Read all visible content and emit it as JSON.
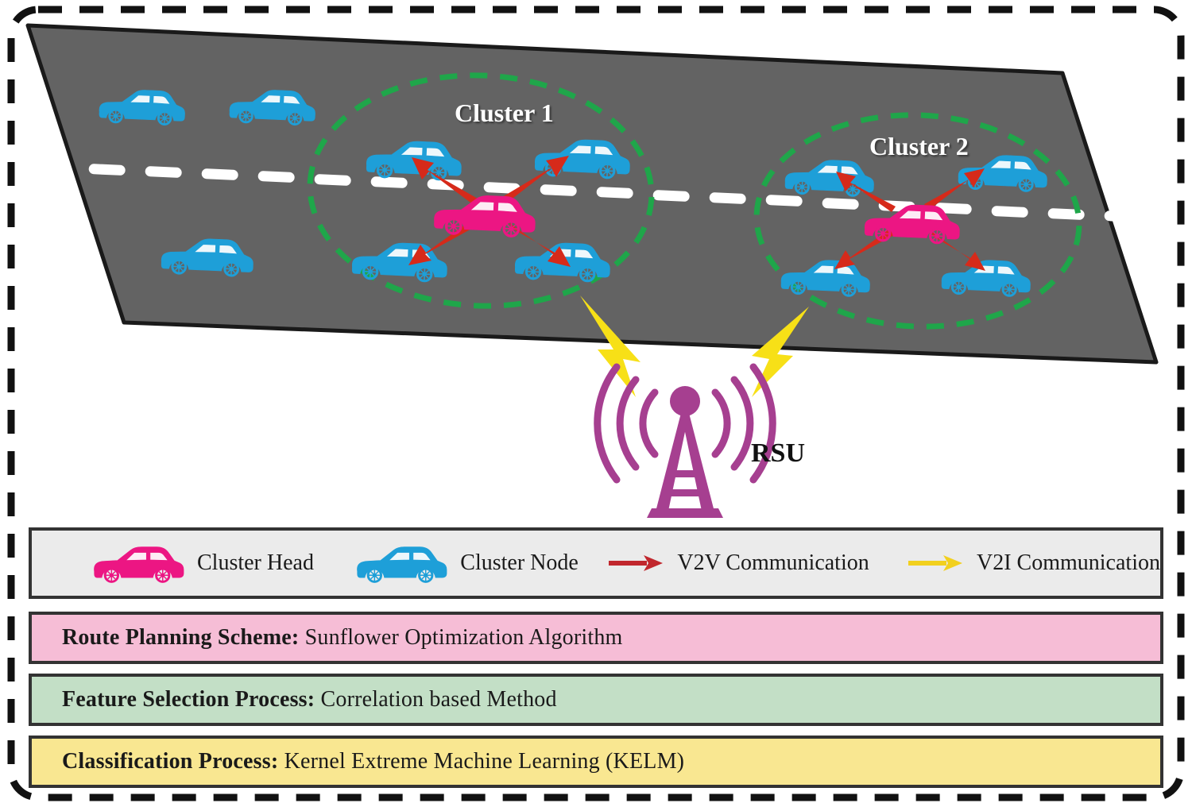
{
  "diagram": {
    "road": {
      "surface_color": "#636363",
      "outline_color": "#1a1a1a",
      "lane_marking_color": "#ffffff"
    },
    "border": {
      "style": "dashed",
      "color": "#111111"
    },
    "clusters": [
      {
        "id": "cluster-1",
        "label": "Cluster 1",
        "ellipse_color": "#1fa64a",
        "head": {
          "type": "cluster-head",
          "color": "#ec1683"
        },
        "nodes": 4,
        "node_color": "#1e9fd8"
      },
      {
        "id": "cluster-2",
        "label": "Cluster 2",
        "ellipse_color": "#1fa64a",
        "head": {
          "type": "cluster-head",
          "color": "#ec1683"
        },
        "nodes": 4,
        "node_color": "#1e9fd8"
      }
    ],
    "free_vehicles": 3,
    "rsu": {
      "label": "RSU",
      "color": "#a63f90",
      "bolt_color": "#f7e017"
    },
    "v2v_arrow_color": "#d62a1a",
    "v2i_arrow_color": "#f7e017"
  },
  "legend": {
    "background": "#ebebeb",
    "items": [
      {
        "icon": "car-icon",
        "color": "#ec1683",
        "label": "Cluster Head"
      },
      {
        "icon": "car-icon",
        "color": "#1e9fd8",
        "label": "Cluster Node"
      },
      {
        "icon": "arrow-right-icon",
        "color": "#c1272d",
        "label": "V2V Communication"
      },
      {
        "icon": "arrow-right-icon",
        "color": "#f2d01e",
        "label": "V2I Communication"
      }
    ]
  },
  "panels": [
    {
      "id": "route-planning",
      "title": "Route Planning Scheme:",
      "value": "Sunflower Optimization Algorithm",
      "background": "#f6bdd6"
    },
    {
      "id": "feature-selection",
      "title": "Feature Selection Process:",
      "value": "Correlation based Method",
      "background": "#c3dfc6"
    },
    {
      "id": "classification",
      "title": "Classification Process:",
      "value": "Kernel Extreme Machine Learning (KELM)",
      "background": "#f9e791"
    }
  ]
}
